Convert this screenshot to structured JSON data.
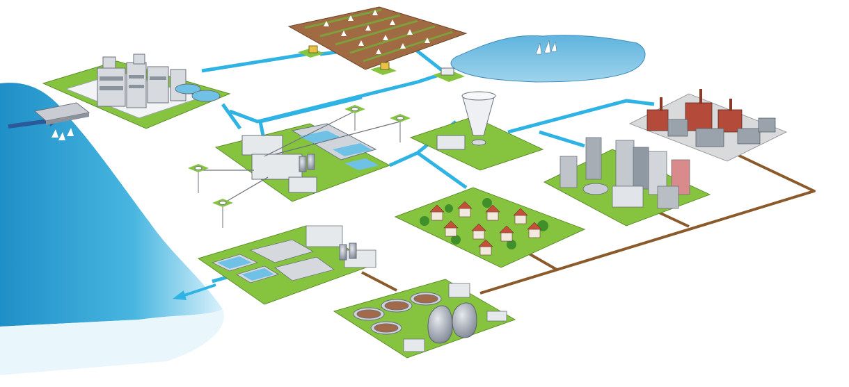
{
  "diagram": {
    "labels": [],
    "nodes": [
      {
        "name": "raw-water-intake",
        "type": "intake"
      },
      {
        "name": "water-treatment-plant",
        "type": "treatment-plant"
      },
      {
        "name": "irrigated-farmland",
        "type": "farmland"
      },
      {
        "name": "lake-reservoir",
        "type": "lake"
      },
      {
        "name": "groundwater-treatment-plant",
        "type": "treatment-plant"
      },
      {
        "name": "groundwater-wells",
        "type": "wells"
      },
      {
        "name": "water-tower",
        "type": "storage"
      },
      {
        "name": "industrial-district",
        "type": "industry"
      },
      {
        "name": "city-downtown",
        "type": "city"
      },
      {
        "name": "residential-town",
        "type": "town"
      },
      {
        "name": "wastewater-treatment-plant",
        "type": "treatment-plant"
      },
      {
        "name": "sludge-digestion-plant",
        "type": "digestion"
      },
      {
        "name": "treated-effluent-outfall",
        "type": "outfall"
      }
    ],
    "pipe_colors": {
      "clean_water": "#2fb3e4",
      "wastewater": "#8b5a2b"
    },
    "ground_color": "#86c440",
    "sea_color": "#3aa6d6"
  }
}
